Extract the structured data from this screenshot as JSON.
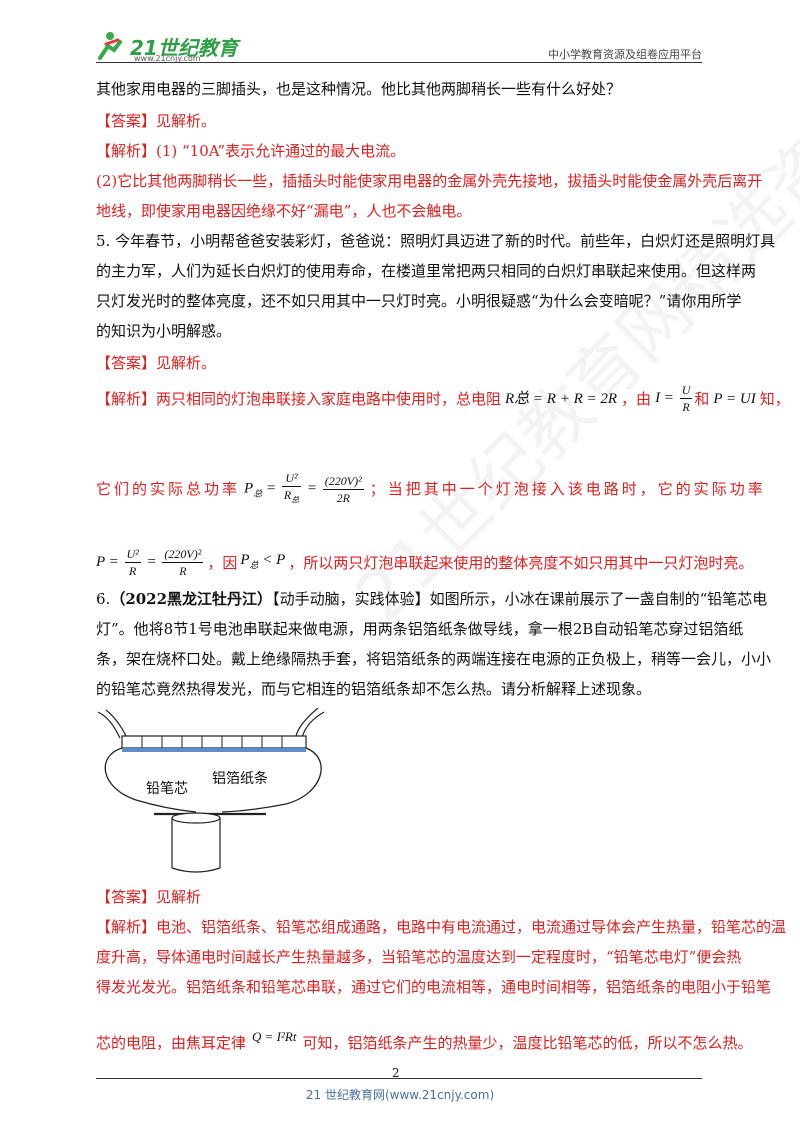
{
  "header": {
    "logo_text": "21世纪教育",
    "logo_sub": "www.21cnjy.com",
    "right_text": "中小学教育资源及组卷应用平台"
  },
  "watermark": "21世纪教育网精选资料",
  "q4": {
    "tail": "其他家用电器的三脚插头，也是这种情况。他比其他两脚稍长一些有什么好处？",
    "answer": "【答案】见解析。",
    "analysis1": "【解析】(1) “10A”表示允许通过的最大电流。",
    "analysis2a": "(2)它比其他两脚稍长一些，插插头时能使家用电器的金属外壳先接地，拔插头时能使金属外壳后离开",
    "analysis2b": "地线，即使家用电器因绝缘不好“漏电”，人也不会触电。"
  },
  "q5": {
    "l1": "5. 今年春节，小明帮爸爸安装彩灯，爸爸说：照明灯具迈进了新的时代。前些年，白炽灯还是照明灯具",
    "l2": "的主力军，人们为延长白炽灯的使用寿命，在楼道里常把两只相同的白炽灯串联起来使用。但这样两",
    "l3": "只灯发光时的整体亮度，还不如只用其中一只灯时亮。小明很疑惑“为什么会变暗呢？”请你用所学",
    "l4": "的知识为小明解惑。",
    "answer": "【答案】见解析。",
    "a1_pre": "【解析】两只相同的灯泡串联接入家庭电路中使用时，总电阻",
    "a1_eq": "R总 = R + R = 2R",
    "a1_mid": "，由",
    "a1_and": "和",
    "a1_end": "知，",
    "a2_pre": "它们的实际总功率",
    "a2_post": "；当把其中一个灯泡接入该电路时，它的实际功率",
    "a3_mid": "，因",
    "a3_end": "，所以两只灯泡串联起来使用的整体亮度不如只用其中一只灯泡时亮。"
  },
  "q6": {
    "num": "6.",
    "source": "（2022黑龙江牡丹江）",
    "l1_rest": "【动手动脑，实践体验】如图所示，小冰在课前展示了一盏自制的“铅笔芯电",
    "l2": "灯”。他将8节1号电池串联起来做电源，用两条铝箔纸条做导线，拿一根2B自动铅笔芯穿过铝箔纸",
    "l3": "条，架在烧杯口处。戴上绝缘隔热手套，将铝箔纸条的两端连接在电源的正负极上，稍等一会儿，小小",
    "l4": "的铅笔芯竟然热得发光，而与它相连的铝箔纸条却不怎么热。请分析解释上述现象。",
    "fig_label_pencil": "铅笔芯",
    "fig_label_foil": "铝箔纸条",
    "answer": "【答案】见解析",
    "a1": "【解析】电池、铝箔纸条、铅笔芯组成通路，电路中有电流通过，电流通过导体会产生热量，铅笔芯的温",
    "a2": "度升高，导体通电时间越长产生热量越多，当铅笔芯的温度达到一定程度时，“铅笔芯电灯”便会热",
    "a3": "得发光发光。铝箔纸条和铅笔芯串联，通过它们的电流相等，通电时间相等，铝箔纸条的电阻小于铅笔",
    "a4_pre": "芯的电阻，由焦耳定律",
    "a4_eq": "Q = I²Rt",
    "a4_post": "可知，铝箔纸条产生的热量少，温度比铅笔芯的低，所以不怎么热。"
  },
  "footer": {
    "page_number": "2",
    "site": "21 世纪教育网(www.21cnjy.com)"
  }
}
